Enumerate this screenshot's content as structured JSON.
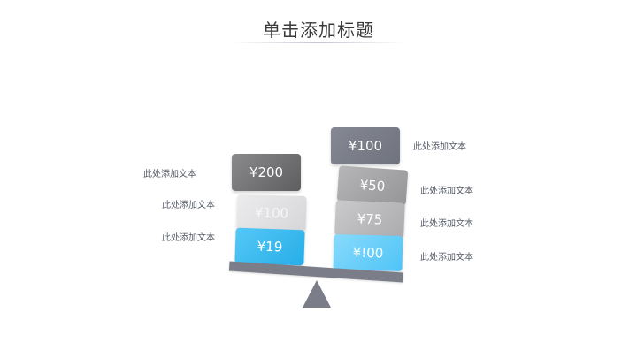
{
  "header": {
    "title": "单击添加标题"
  },
  "colors": {
    "dark_gray": "#6e6e70",
    "light_gray": "#e0e0e2",
    "blue": "#3cbcf0",
    "slate": "#7b7e89",
    "mid_gray": "#a8a8aa",
    "silver": "#bdbdbf",
    "light_blue": "#6fd0fb"
  },
  "left_stack": {
    "blocks": [
      {
        "value": "¥200"
      },
      {
        "value": "¥100"
      },
      {
        "value": "¥19"
      }
    ],
    "labels": [
      "此处添加文本",
      "此处添加文本",
      "此处添加文本"
    ]
  },
  "right_stack": {
    "blocks": [
      {
        "value": "¥100"
      },
      {
        "value": "¥50"
      },
      {
        "value": "¥75"
      },
      {
        "value": "¥!00"
      }
    ],
    "labels": [
      "此处添加文本",
      "此处添加文本",
      "此处添加文本",
      "此处添加文本"
    ]
  }
}
